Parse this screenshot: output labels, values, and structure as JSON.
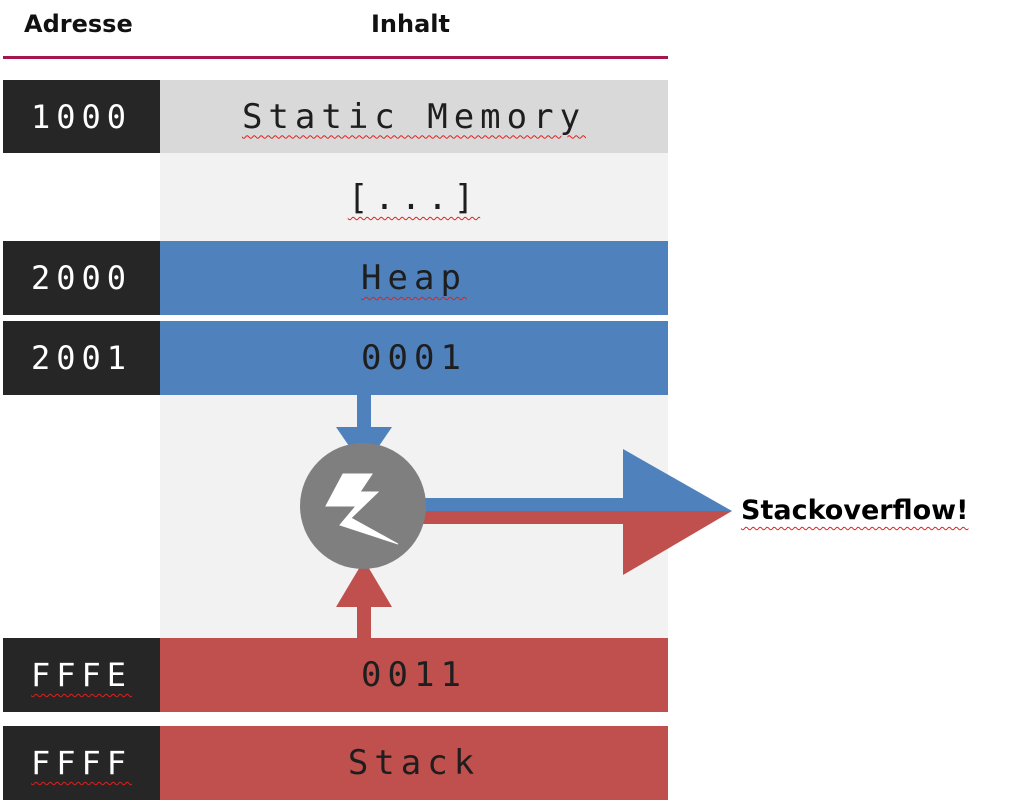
{
  "headers": {
    "address": "Adresse",
    "content": "Inhalt"
  },
  "rows": [
    {
      "address": "1000",
      "content": "Static Memory",
      "color": "#d9d9d9"
    },
    {
      "address": "",
      "content": "[...]",
      "color": "#f2f2f2"
    },
    {
      "address": "2000",
      "content": "Heap",
      "color": "#4f81bd"
    },
    {
      "address": "2001",
      "content": "0001",
      "color": "#4f81bd"
    },
    {
      "address": "FFFE",
      "content": "0011",
      "color": "#c0504d"
    },
    {
      "address": "FFFF",
      "content": "Stack",
      "color": "#c0504d"
    }
  ],
  "collision": {
    "label": "Stackoverflow!",
    "icon": "lightning-bolt-icon",
    "heap_color": "#4f81bd",
    "stack_color": "#c0504d",
    "node_color": "#7f7f7f"
  },
  "accent_line_color": "#a7154e"
}
